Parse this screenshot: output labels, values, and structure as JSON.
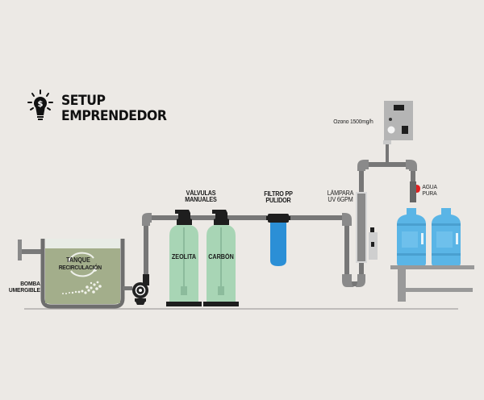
{
  "title": {
    "icon": "lightbulb-dollar-icon",
    "line1": "SETUP",
    "line2": "EMPRENDEDOR"
  },
  "components": {
    "pump": {
      "label_line1": "BOMBA",
      "label_line2": "UMERGIBLE"
    },
    "tank": {
      "label_line1": "TANQUE",
      "label_line2": "RECIRCULACIÓN"
    },
    "valves": {
      "label_line1": "VÁLVULAS",
      "label_line2": "MANUALES"
    },
    "zeolite": {
      "label": "ZEOLITA"
    },
    "carbon": {
      "label": "CARBÓN"
    },
    "filter": {
      "label_line1": "FILTRO PP",
      "label_line2": "PULIDOR"
    },
    "uv_lamp": {
      "label_line1": "LÁMPARA",
      "label_line2": "UV 6GPM"
    },
    "ozone": {
      "label": "Ozono 1500mg/h"
    },
    "output": {
      "label_line1": "AGUA",
      "label_line2": "PURA"
    }
  },
  "colors": {
    "background": "#ece9e5",
    "pipe": "#777777",
    "tank_water": "#a3ae8b",
    "tank_frame": "#6e6e6e",
    "cylinder": "#a8d5b5",
    "filter_blue": "#2b8fd6",
    "bottle_blue": "#5ab5e6",
    "valve_black": "#1e1e1e",
    "ozone_box": "#b5b5b5",
    "tap_red": "#e02020"
  }
}
